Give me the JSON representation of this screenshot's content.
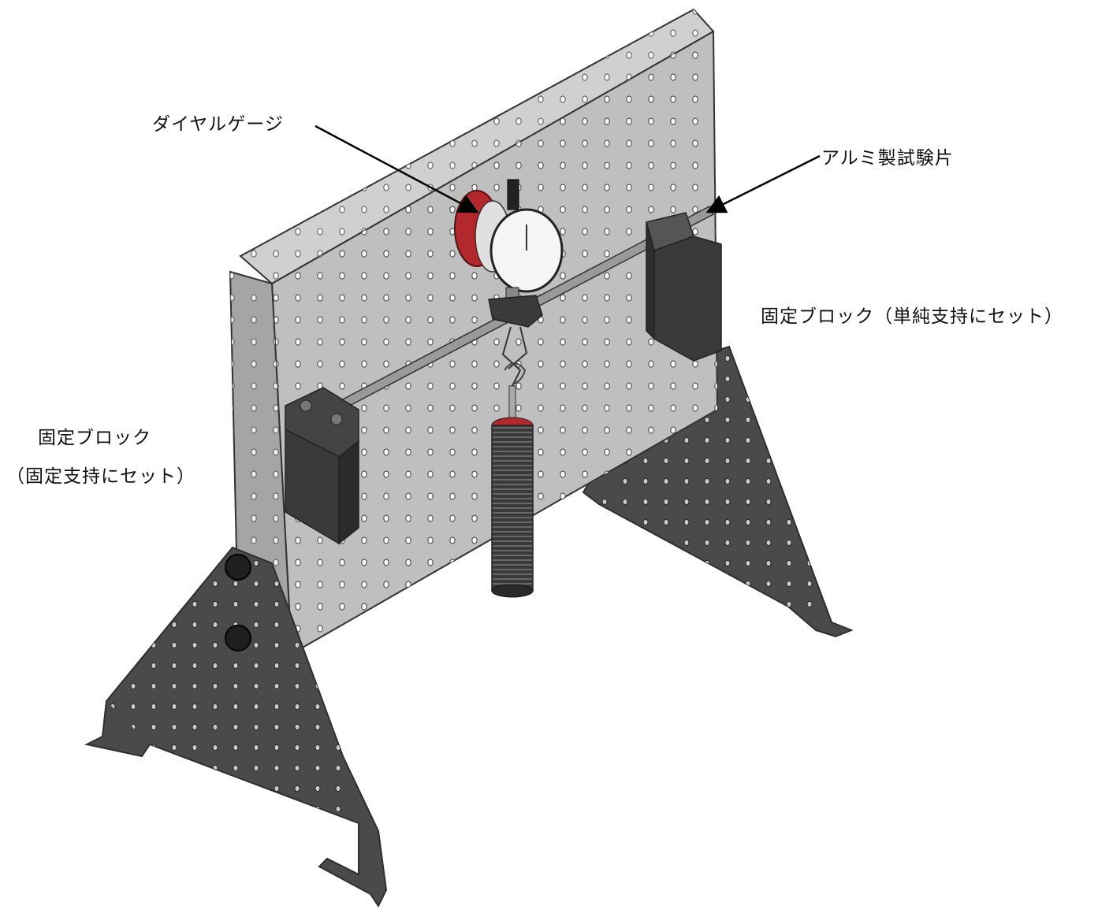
{
  "labels": {
    "dial_gauge": "ダイヤルゲージ",
    "aluminum_specimen": "アルミ製試験片",
    "block_simple_support": "固定ブロック（単純支持にセット）",
    "block_fixed_line1": "固定ブロック",
    "block_fixed_line2": "（固定支持にセット）"
  },
  "colors": {
    "panel_face": "#bfbfbf",
    "panel_top": "#d0d0d0",
    "panel_shadow": "#a5a5a5",
    "stand_dark": "#4a4a4a",
    "stand_edge": "#2e2e2e",
    "block_dark": "#3a3a3a",
    "gauge_red": "#b3282d",
    "weight_dark": "#333333",
    "arrow": "#000000"
  }
}
